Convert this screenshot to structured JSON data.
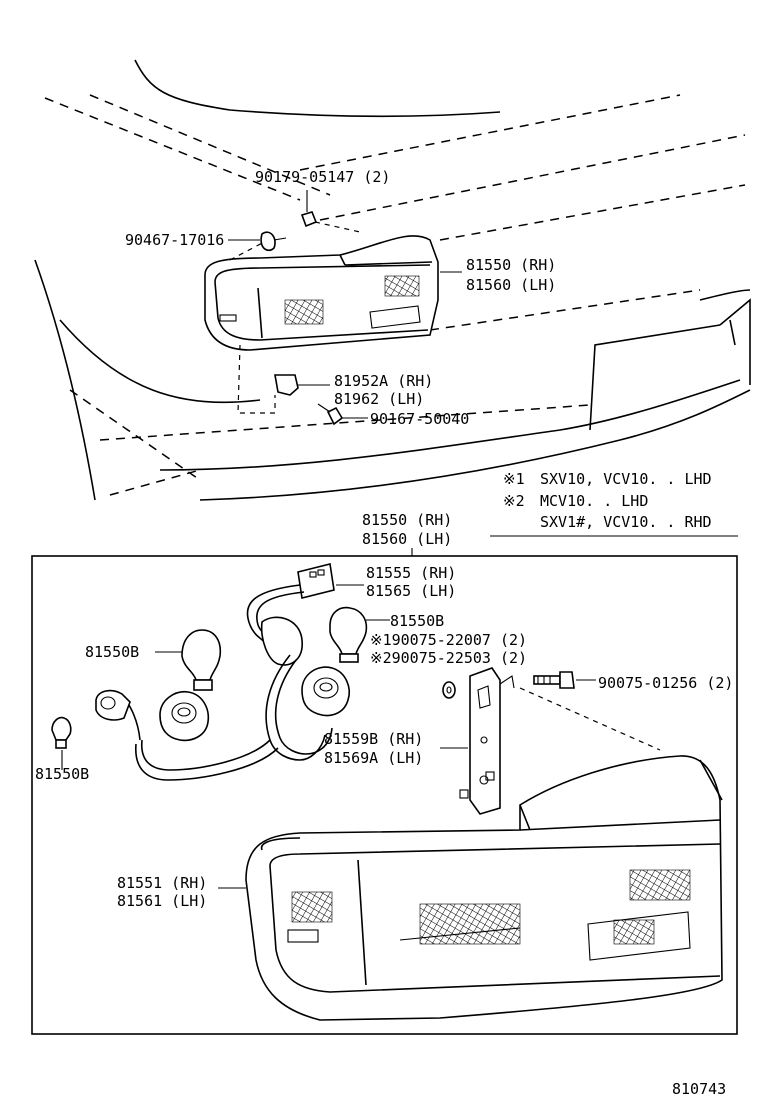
{
  "upper": {
    "part_9017905147": "90179-05147 (2)",
    "part_9046717016": "90467-17016",
    "part_81550_rh": "81550 (RH)",
    "part_81560_lh": "81560 (LH)",
    "part_81952a_rh": "81952A (RH)",
    "part_81962_lh": "81962  (LH)",
    "part_9016750040": "90167-50040"
  },
  "notes": {
    "note1_mark": "※1",
    "note1_text": "SXV10, VCV10. . LHD",
    "note2_mark": "※2",
    "note2_text": "MCV10. . LHD",
    "note2_text_b": "SXV1#, VCV10. . RHD"
  },
  "assembly": {
    "header_rh": "81550 (RH)",
    "header_lh": "81560 (LH)",
    "socket_rh": "81555 (RH)",
    "socket_lh": "81565 (LH)",
    "bulb_right": "81550B",
    "bulb_left": "81550B",
    "bulb_small": "81550B",
    "screw1": "※190075-22007 (2)",
    "screw2": "※290075-22503 (2)",
    "screw3": "90075-01256 (2)",
    "retainer_rh": "81559B (RH)",
    "retainer_lh": "81569A (LH)",
    "lens_rh": "81551 (RH)",
    "lens_lh": "81561 (LH)"
  },
  "illustration_id": "810743"
}
